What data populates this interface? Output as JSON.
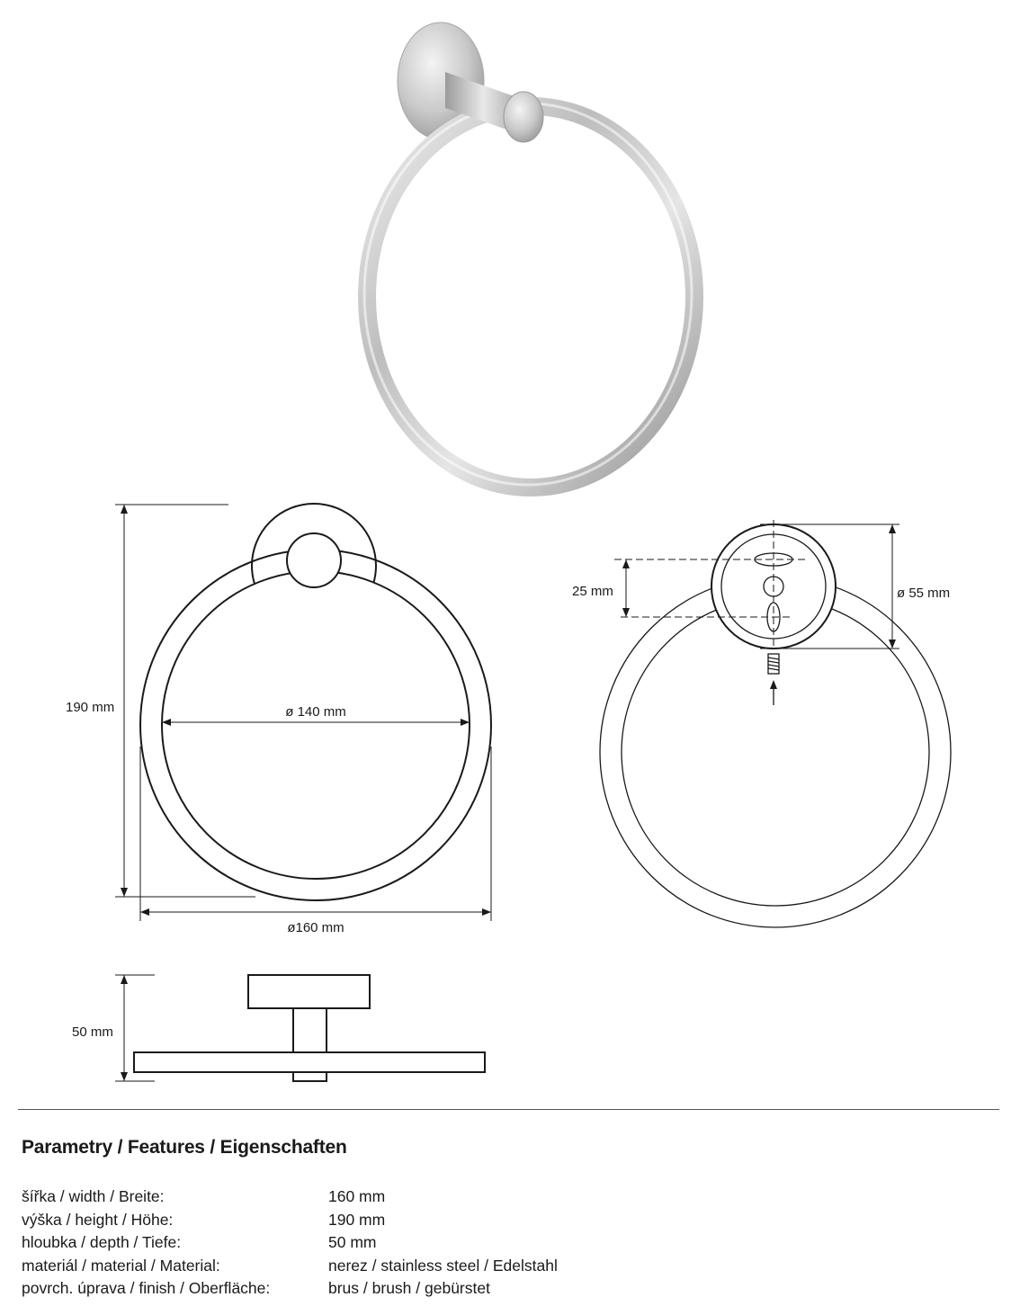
{
  "drawings": {
    "height_label": "190 mm",
    "inner_diameter_label": "ø 140 mm",
    "outer_diameter_label": "ø160 mm",
    "depth_label": "50 mm",
    "hole_spacing_label": "25 mm",
    "rosette_diameter_label": "ø 55 mm"
  },
  "features": {
    "title": "Parametry / Features / Eigenschaften",
    "rows": [
      {
        "label": "šířka / width / Breite:",
        "value": "160 mm"
      },
      {
        "label": "výška / height / Höhe:",
        "value": "190 mm"
      },
      {
        "label": "hloubka / depth / Tiefe:",
        "value": "50 mm"
      },
      {
        "label": "materiál / material / Material:",
        "value": "nerez / stainless steel / Edelstahl"
      },
      {
        "label": "povrch. úprava / finish / Oberfläche:",
        "value": "brus / brush / gebürstet"
      }
    ]
  }
}
